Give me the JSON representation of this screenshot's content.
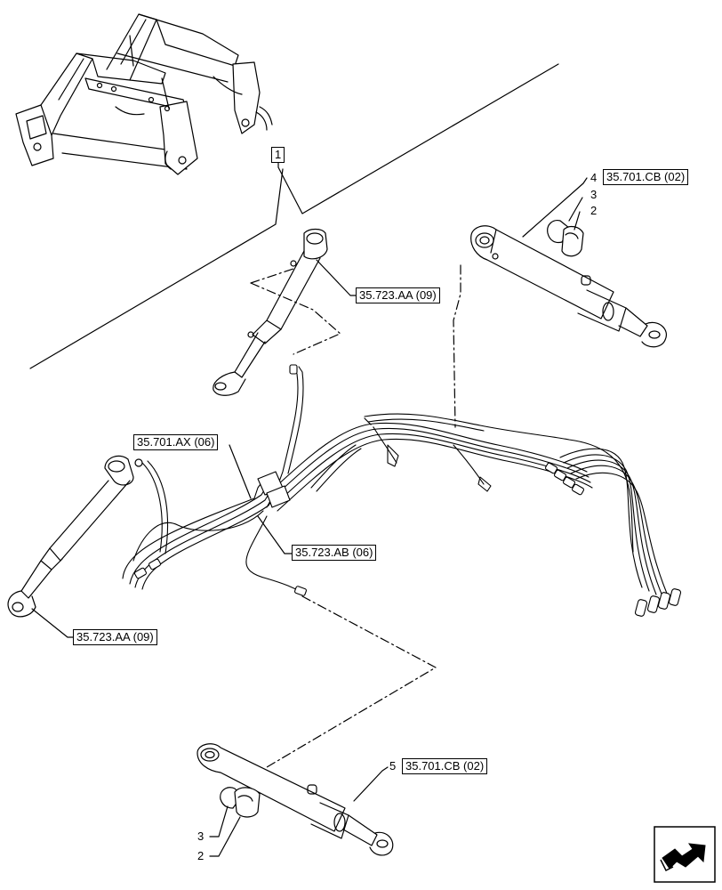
{
  "callouts": {
    "item1": "1",
    "ref_hose_upper_cylinder": "35.723.AA (09)",
    "ref_harness": "35.701.AX (06)",
    "ref_hose_lines": "35.723.AB (06)",
    "ref_hose_lower_cylinder": "35.723.AA (09)",
    "ref_cylinder_right": "35.701.CB (02)",
    "ref_cylinder_left": "35.701.CB (02)"
  },
  "item_numbers": {
    "right_cylinder": "4",
    "right_seal": "3",
    "right_ring": "2",
    "left_cylinder": "5",
    "left_seal": "3",
    "left_ring": "2"
  },
  "icons": {
    "navigation": "next-page-arrow-icon"
  }
}
